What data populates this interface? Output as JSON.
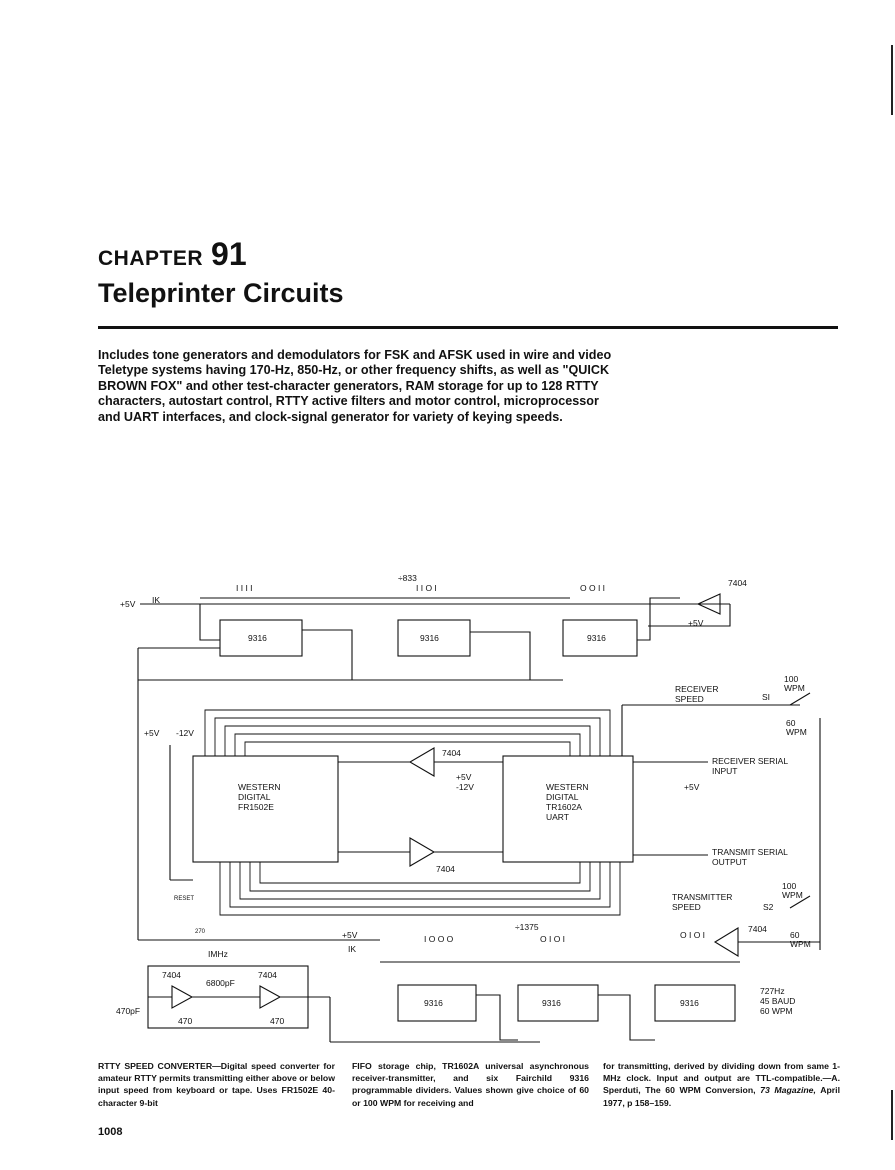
{
  "chapter": {
    "word": "CHAPTER",
    "number": "91",
    "title": "Teleprinter Circuits"
  },
  "intro": "Includes tone generators and demodulators for FSK and AFSK used in wire and video Teletype systems having 170-Hz, 850-Hz, or other frequency shifts, as well as \"QUICK BROWN FOX\" and other test-character generators, RAM storage for up to 128 RTTY characters, autostart control, RTTY active filters and motor control, microprocessor and UART interfaces, and clock-signal generator for variety of keying speeds.",
  "caption": {
    "heading": "RTTY SPEED CONVERTER",
    "col1": "Digital speed converter for amateur RTTY permits transmitting either above or below input speed from keyboard or tape. Uses FR1502E 40-character 9-bit",
    "col2": "FIFO storage chip, TR1602A universal asynchronous receiver-transmitter, and six Fairchild 9316 programmable dividers. Values shown give choice of 60 or 100 WPM for receiving and",
    "col3_a": "for transmitting, derived by dividing down from same 1-MHz clock. Input and output are TTL-compatible.—A. Sperduti, The 60 WPM Conversion, ",
    "col3_source": "73 Magazine,",
    "col3_b": " April 1977, p 158–159."
  },
  "page_number": "1008",
  "schematic": {
    "plus5v": "+5V",
    "minus12v": "-12V",
    "r_1k": "IK",
    "r_270": "270",
    "div833": "÷833",
    "div1375": "÷1375",
    "bits_top_1": "I I I I",
    "bits_top_2": "I I O I",
    "bits_top_3": "O O I I",
    "bits_bot_1": "I O O O",
    "bits_bot_2": "O I O I",
    "bits_bot_3": "O I O I",
    "ic_9316": "9316",
    "ic_7404": "7404",
    "fifo": [
      "WESTERN",
      "DIGITAL",
      "FR1502E"
    ],
    "uart": [
      "WESTERN",
      "DIGITAL",
      "TR1602A",
      "UART"
    ],
    "receiver_speed": [
      "RECEIVER",
      "SPEED"
    ],
    "transmitter_speed": [
      "TRANSMITTER",
      "SPEED"
    ],
    "s1": "SI",
    "s2": "S2",
    "wpm100": [
      "100",
      "WPM"
    ],
    "wpm60": [
      "60",
      "WPM"
    ],
    "receiver_serial": [
      "RECEIVER SERIAL",
      "INPUT"
    ],
    "transmit_serial": [
      "TRANSMIT SERIAL",
      "OUTPUT"
    ],
    "reset": "RESET",
    "mhz": "IMHz",
    "c6800": "6800pF",
    "c470": "470pF",
    "r470": "470",
    "out_727": [
      "727Hz",
      "45 BAUD",
      "60 WPM"
    ]
  }
}
